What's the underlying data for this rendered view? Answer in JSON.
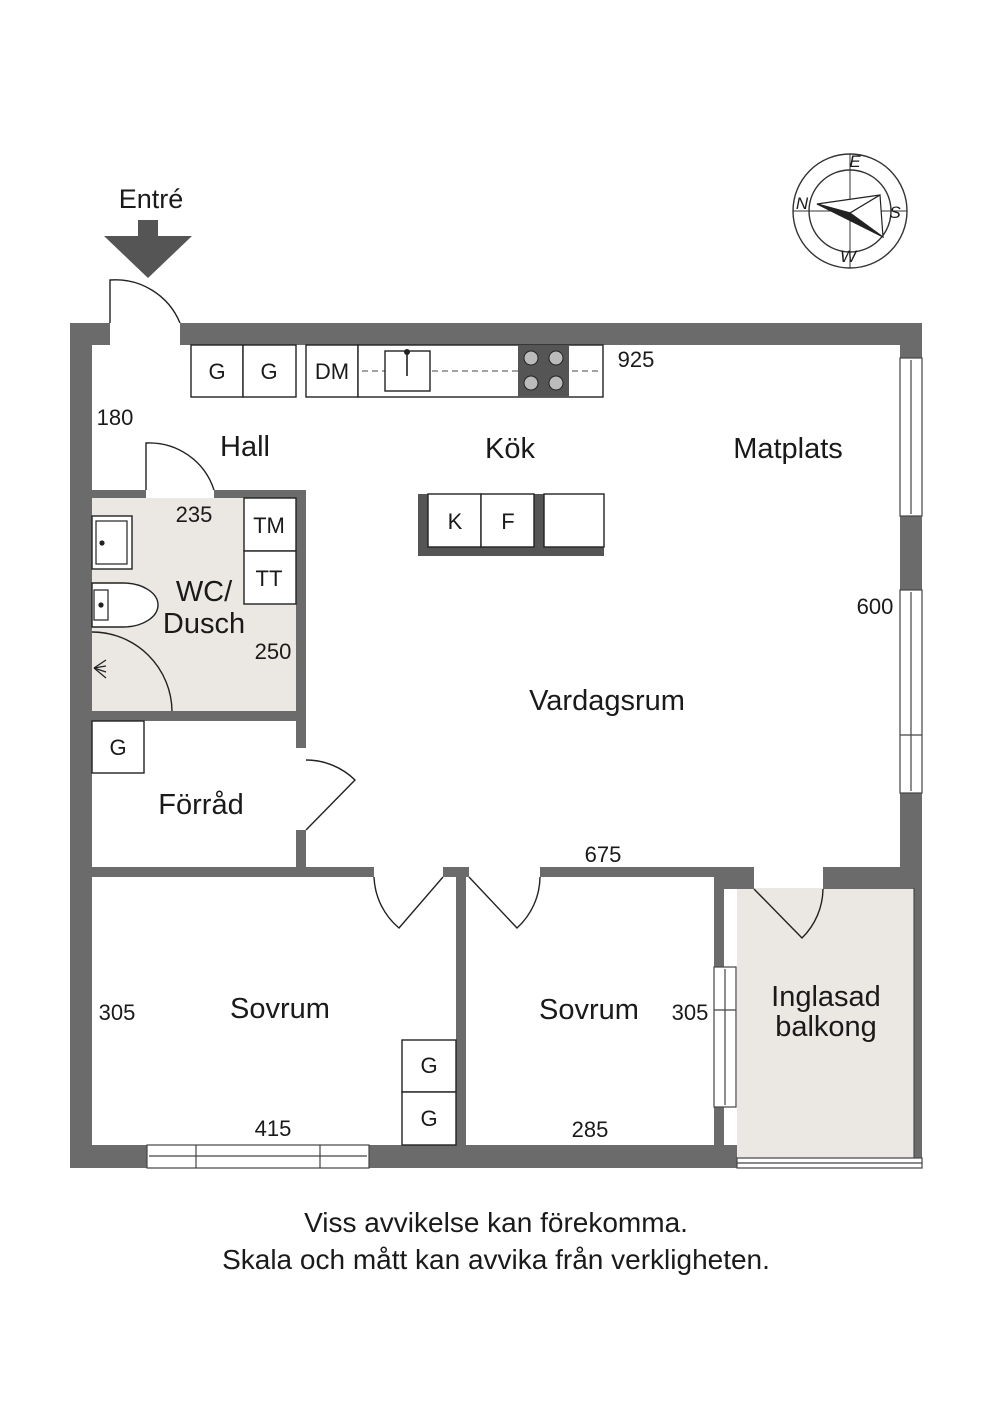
{
  "entry_label": "Entré",
  "compass": {
    "n": "N",
    "e": "E",
    "s": "S",
    "w": "W"
  },
  "rooms": {
    "hall": "Hall",
    "kok": "Kök",
    "matplats": "Matplats",
    "wc_line1": "WC/",
    "wc_line2": "Dusch",
    "vardagsrum": "Vardagsrum",
    "forrad": "Förråd",
    "sovrum1": "Sovrum",
    "sovrum2": "Sovrum",
    "balkong_line1": "Inglasad",
    "balkong_line2": "balkong"
  },
  "dimensions": {
    "d925": "925",
    "d180": "180",
    "d235": "235",
    "d250": "250",
    "d600": "600",
    "d675": "675",
    "d305a": "305",
    "d305b": "305",
    "d415": "415",
    "d285": "285"
  },
  "fixtures": {
    "g1": "G",
    "g2": "G",
    "dm": "DM",
    "k": "K",
    "f": "F",
    "tm": "TM",
    "tt": "TT",
    "g_forrad": "G",
    "g_sov1": "G",
    "g_sov2": "G"
  },
  "disclaimer": {
    "line1": "Viss avvikelse kan förekomma.",
    "line2": "Skala och mått kan avvika från verkligheten."
  },
  "colors": {
    "wall": "#6b6b6b",
    "wet_floor": "#ebe7e3",
    "line": "#222222"
  }
}
